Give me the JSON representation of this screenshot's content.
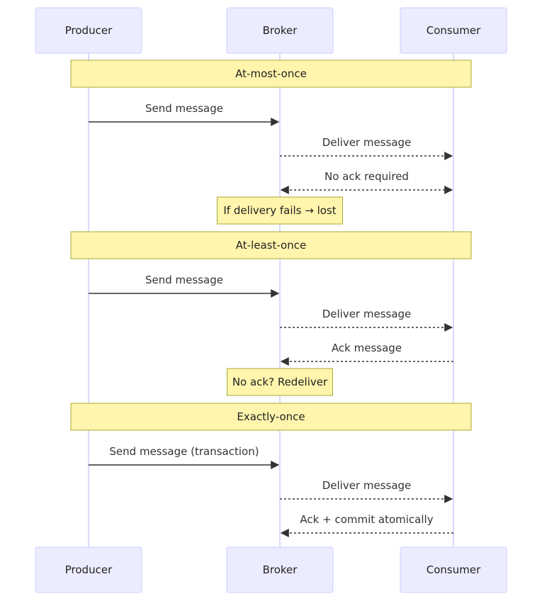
{
  "colors": {
    "actor_fill": "#ECECFF",
    "actor_stroke": "#CCCCFF",
    "note_fill": "#FFF5AD",
    "note_stroke": "#AAAA33",
    "line": "#333333"
  },
  "actors": [
    {
      "id": "producer",
      "label": "Producer"
    },
    {
      "id": "broker",
      "label": "Broker"
    },
    {
      "id": "consumer",
      "label": "Consumer"
    }
  ],
  "sections": [
    {
      "title": "At-most-once",
      "messages": [
        {
          "from": "producer",
          "to": "broker",
          "label": "Send message",
          "style": "solid",
          "arrowheads": "end"
        },
        {
          "from": "broker",
          "to": "consumer",
          "label": "Deliver message",
          "style": "dashed",
          "arrowheads": "end"
        },
        {
          "from": "broker",
          "to": "consumer",
          "label": "No ack required",
          "style": "dashed",
          "arrowheads": "both"
        }
      ],
      "note": {
        "over": "broker",
        "label": "If delivery fails → lost"
      }
    },
    {
      "title": "At-least-once",
      "messages": [
        {
          "from": "producer",
          "to": "broker",
          "label": "Send message",
          "style": "solid",
          "arrowheads": "end"
        },
        {
          "from": "broker",
          "to": "consumer",
          "label": "Deliver message",
          "style": "dashed",
          "arrowheads": "end"
        },
        {
          "from": "consumer",
          "to": "broker",
          "label": "Ack message",
          "style": "dashed",
          "arrowheads": "end"
        }
      ],
      "note": {
        "over": "broker",
        "label": "No ack? Redeliver"
      }
    },
    {
      "title": "Exactly-once",
      "messages": [
        {
          "from": "producer",
          "to": "broker",
          "label": "Send message (transaction)",
          "style": "solid",
          "arrowheads": "end"
        },
        {
          "from": "broker",
          "to": "consumer",
          "label": "Deliver message",
          "style": "dashed",
          "arrowheads": "end"
        },
        {
          "from": "consumer",
          "to": "broker",
          "label": "Ack + commit atomically",
          "style": "dashed",
          "arrowheads": "end"
        }
      ]
    }
  ]
}
